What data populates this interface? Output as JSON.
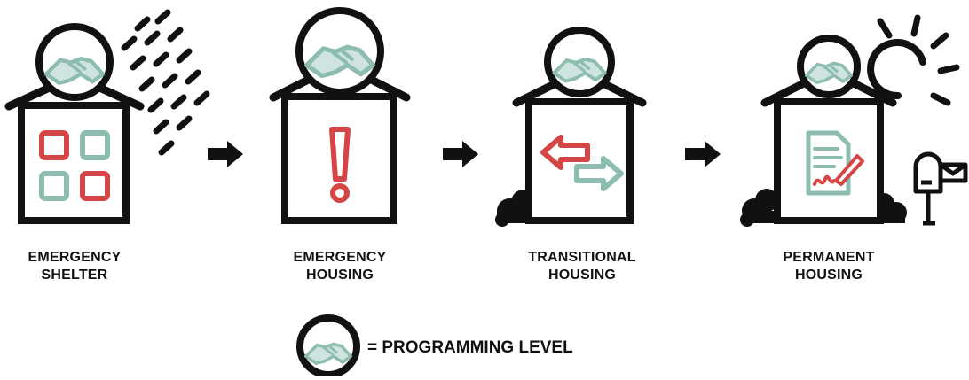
{
  "colors": {
    "ink": "#111111",
    "accent_red": "#d64545",
    "accent_teal": "#8dbdb0"
  },
  "stages": [
    {
      "label_line1": "EMERGENCY",
      "label_line2": "SHELTER",
      "icon": "four-squares-icon"
    },
    {
      "label_line1": "EMERGENCY",
      "label_line2": "HOUSING",
      "icon": "exclamation-icon"
    },
    {
      "label_line1": "TRANSITIONAL",
      "label_line2": "HOUSING",
      "icon": "swap-arrows-icon"
    },
    {
      "label_line1": "PERMANENT",
      "label_line2": "HOUSING",
      "icon": "signed-document-icon"
    }
  ],
  "legend": {
    "text": "= PROGRAMMING LEVEL",
    "icon": "handshake-icon"
  },
  "decorations": [
    "rain-icon",
    "sun-icon",
    "mailbox-icon",
    "bush-icon",
    "arrow-right-icon"
  ]
}
